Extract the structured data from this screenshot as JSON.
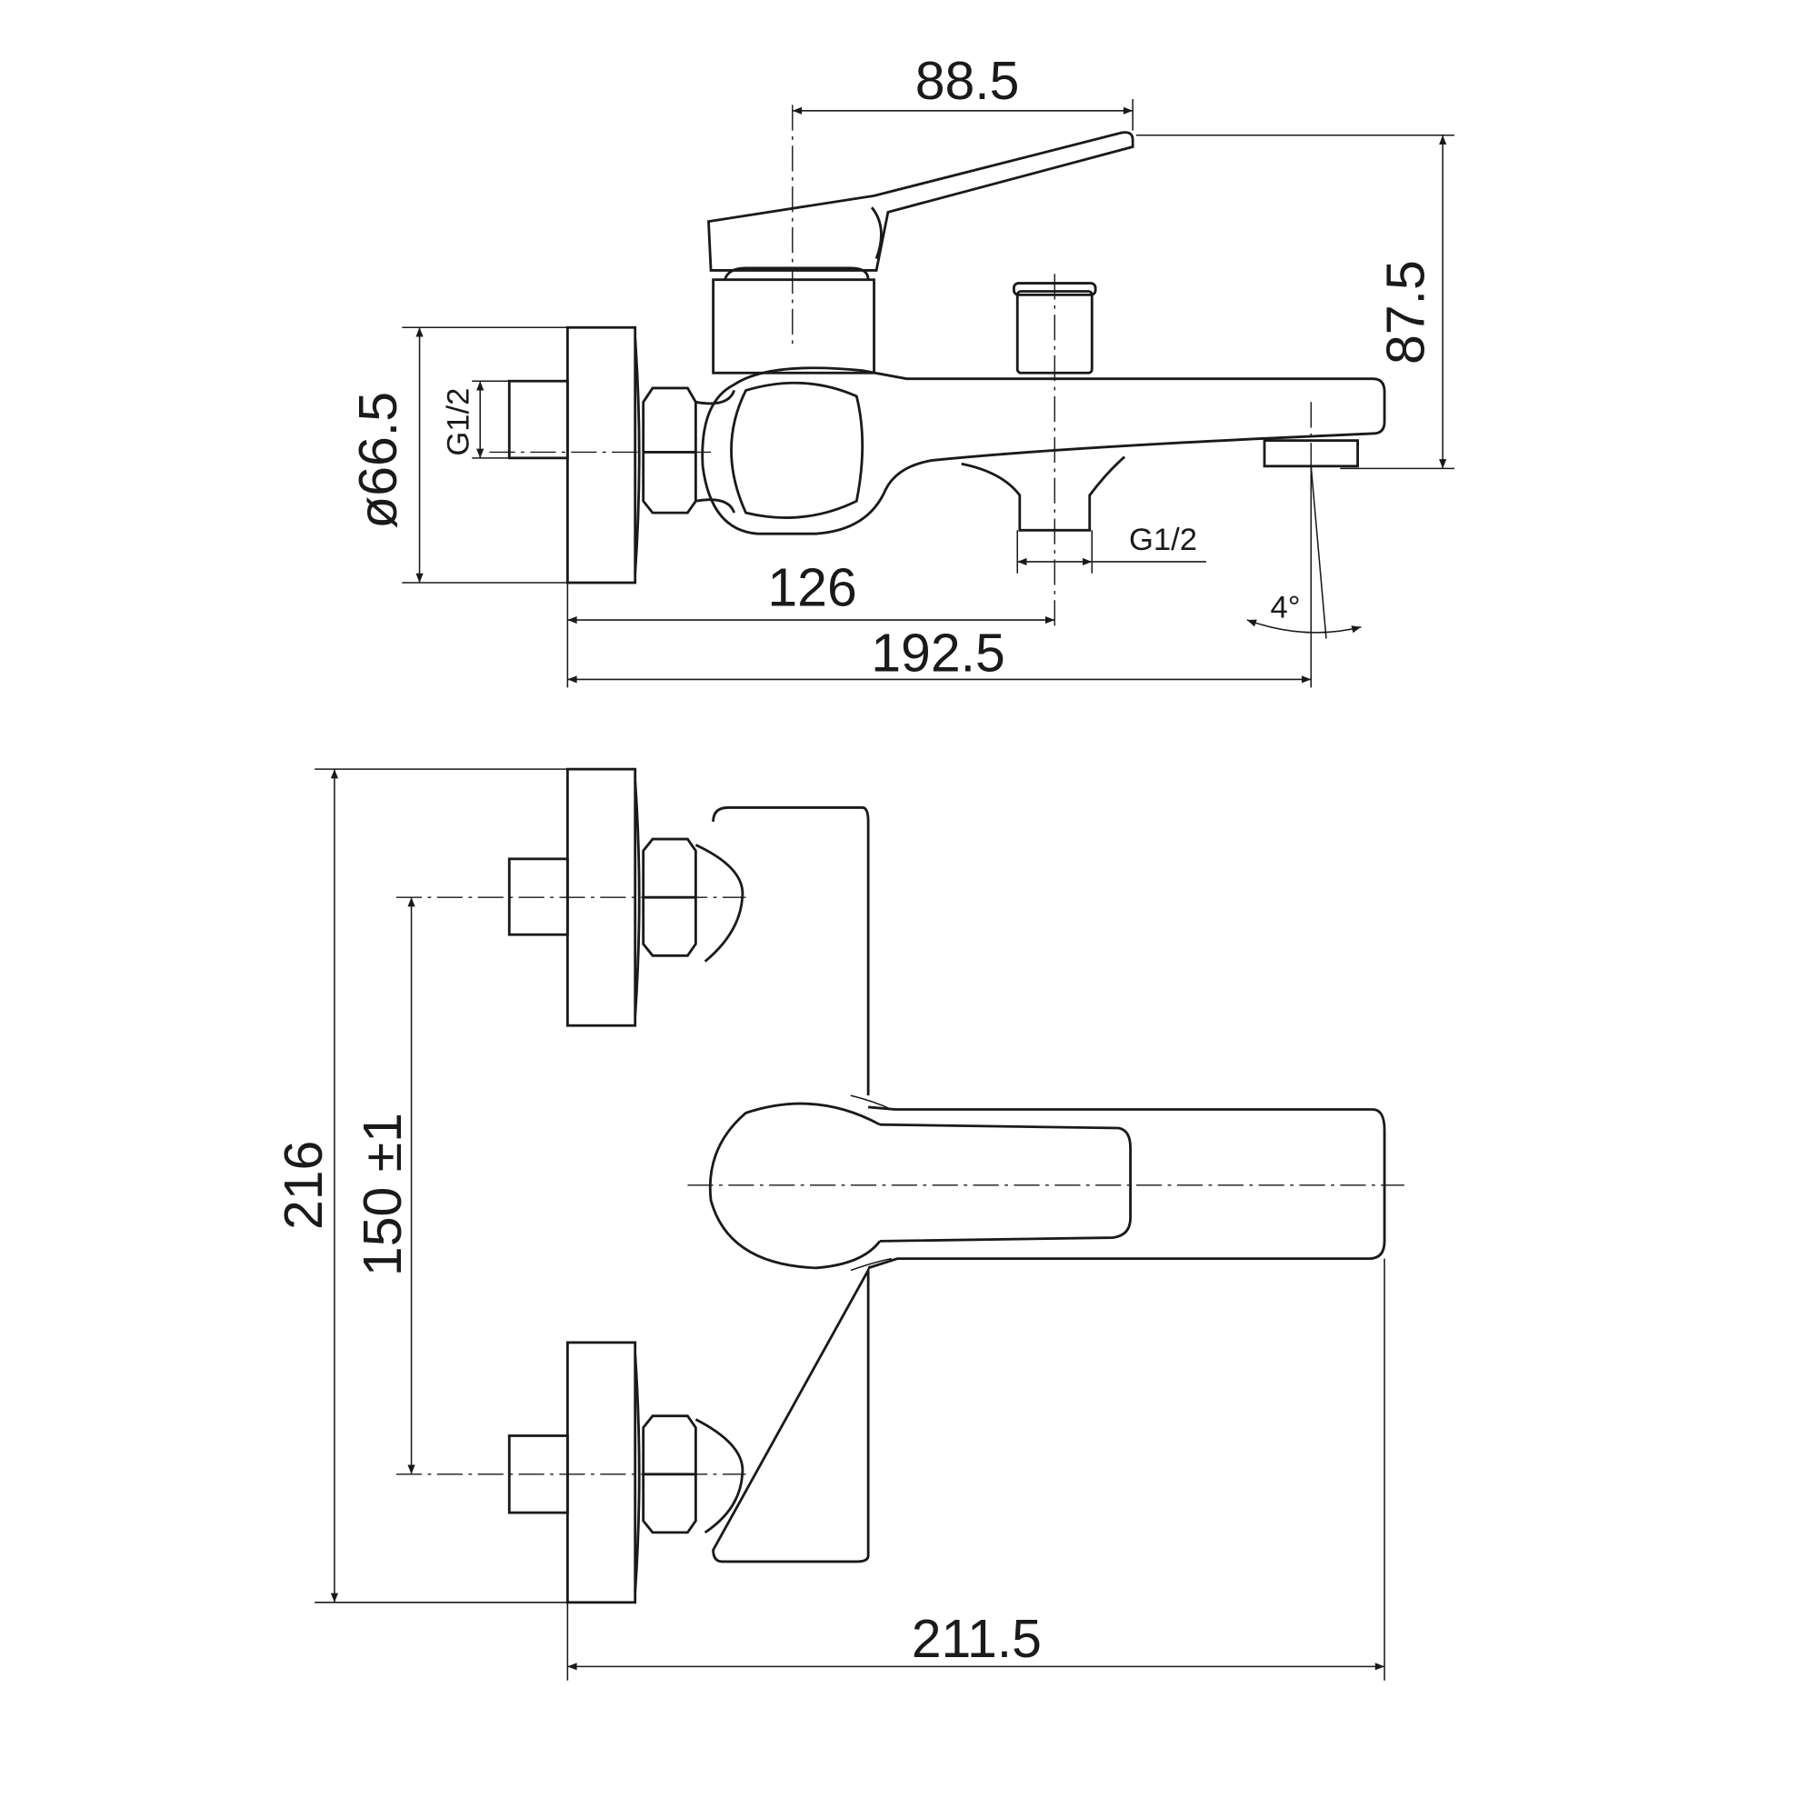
{
  "drawing": {
    "side_view": {
      "lever_reach": "88.5",
      "height_lever_to_spout": "87.5",
      "flange_diameter": "ø66.5",
      "inlet_thread": "G1/2",
      "outlet_thread": "G1/2",
      "wall_to_diverter": "126",
      "wall_to_spout_outlet": "192.5",
      "spout_angle": "4°"
    },
    "top_view": {
      "overall_height": "216",
      "inlet_centers": "150 ±1",
      "overall_projection": "211.5"
    }
  }
}
